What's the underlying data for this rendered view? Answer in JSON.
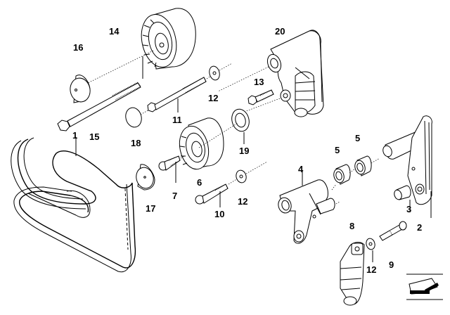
{
  "diagram": {
    "type": "exploded-parts-diagram",
    "subject": "Belt drive / tensioner and idler pulleys",
    "callouts": [
      {
        "id": "c1",
        "text": "1"
      },
      {
        "id": "c2",
        "text": "2"
      },
      {
        "id": "c3",
        "text": "3"
      },
      {
        "id": "c4",
        "text": "4"
      },
      {
        "id": "c5a",
        "text": "5"
      },
      {
        "id": "c5b",
        "text": "5"
      },
      {
        "id": "c6",
        "text": "6"
      },
      {
        "id": "c7",
        "text": "7"
      },
      {
        "id": "c8",
        "text": "8"
      },
      {
        "id": "c9",
        "text": "9"
      },
      {
        "id": "c10",
        "text": "10"
      },
      {
        "id": "c11",
        "text": "11"
      },
      {
        "id": "c12a",
        "text": "12"
      },
      {
        "id": "c12b",
        "text": "12"
      },
      {
        "id": "c12c",
        "text": "12"
      },
      {
        "id": "c13",
        "text": "13"
      },
      {
        "id": "c14",
        "text": "14"
      },
      {
        "id": "c15",
        "text": "15"
      },
      {
        "id": "c16",
        "text": "16"
      },
      {
        "id": "c17",
        "text": "17"
      },
      {
        "id": "c18",
        "text": "18"
      },
      {
        "id": "c19",
        "text": "19"
      },
      {
        "id": "c20",
        "text": "20"
      }
    ],
    "parts": [
      {
        "callout": "1",
        "name": "ribbed-v-belt"
      },
      {
        "callout": "2",
        "name": "bracket"
      },
      {
        "callout": "3",
        "name": "bushing"
      },
      {
        "callout": "4",
        "name": "tensioner-arm"
      },
      {
        "callout": "5",
        "name": "needle-bearing"
      },
      {
        "callout": "6",
        "name": "idler-pulley"
      },
      {
        "callout": "7",
        "name": "socket-bolt"
      },
      {
        "callout": "8",
        "name": "hydraulic-tensioner"
      },
      {
        "callout": "9",
        "name": "hex-bolt"
      },
      {
        "callout": "10",
        "name": "hex-bolt"
      },
      {
        "callout": "11",
        "name": "hex-bolt-long"
      },
      {
        "callout": "12",
        "name": "washer"
      },
      {
        "callout": "13",
        "name": "hex-bolt"
      },
      {
        "callout": "14",
        "name": "tension-pulley"
      },
      {
        "callout": "15",
        "name": "hex-bolt-long"
      },
      {
        "callout": "16",
        "name": "dust-cap"
      },
      {
        "callout": "17",
        "name": "dust-cap"
      },
      {
        "callout": "18",
        "name": "dust-cap"
      },
      {
        "callout": "19",
        "name": "washer-large"
      },
      {
        "callout": "20",
        "name": "mechanical-tensioner"
      }
    ],
    "orientation_icon": "view-direction-arrow-icon"
  }
}
